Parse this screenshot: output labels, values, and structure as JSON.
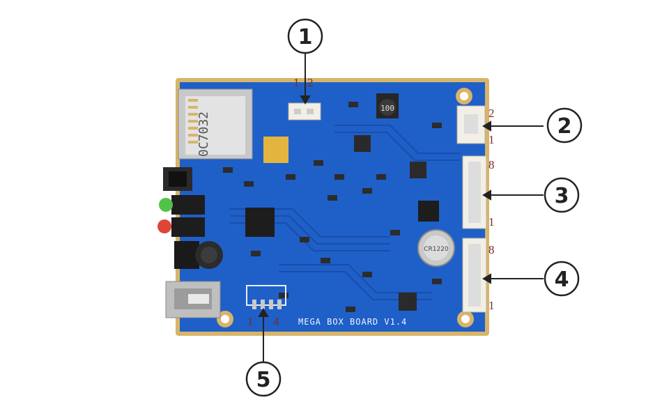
{
  "board": {
    "silkscreen": "MEGA BOX BOARD V1.4",
    "sd_label": "0C7032",
    "inductor_label": "100",
    "battery_label": "CR1220"
  },
  "callouts": [
    {
      "number": "1",
      "pins": [
        "1",
        "2"
      ]
    },
    {
      "number": "2",
      "pins": [
        "2",
        "1"
      ]
    },
    {
      "number": "3",
      "pins": [
        "8",
        "1"
      ]
    },
    {
      "number": "4",
      "pins": [
        "8",
        "1"
      ]
    },
    {
      "number": "5",
      "pins": [
        "1",
        "4"
      ]
    }
  ],
  "colors": {
    "pcb": "#1f5fc8",
    "pcb_dark": "#174aa3",
    "gold_edge": "#d8b46a",
    "connector": "#f2efe6",
    "callout_stroke": "#222222",
    "pin_label": "#7a2a2a"
  }
}
